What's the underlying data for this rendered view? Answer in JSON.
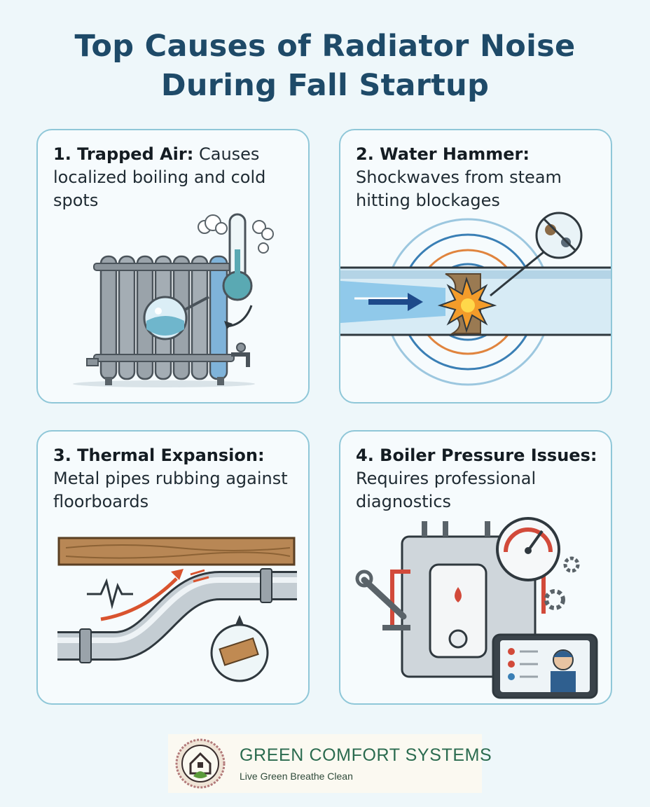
{
  "title": {
    "line1": "Top Causes of Radiator Noise",
    "line2": "During Fall Startup"
  },
  "cards": [
    {
      "heading": "1. Trapped Air:",
      "body": "Causes localized boiling and cold spots",
      "illustration": "radiator-thermometer-icon"
    },
    {
      "heading": "2. Water Hammer:",
      "body": "Shockwaves from steam hitting blockages",
      "illustration": "pipe-shockwave-icon"
    },
    {
      "heading": "3. Thermal Expansion:",
      "body": "Metal pipes rubbing against floorboards",
      "illustration": "pipe-floorboard-icon"
    },
    {
      "heading": "4. Boiler Pressure Issues:",
      "body": "Requires professional diagnostics",
      "illustration": "boiler-gauge-icon"
    }
  ],
  "footer": {
    "brand": "GREEN COMFORT SYSTEMS",
    "tagline": "Live Green Breathe Clean",
    "logo_icon": "house-leaf-seal-icon"
  },
  "colors": {
    "background": "#eef7fa",
    "title": "#1e4a68",
    "card_border": "#8fc7d8",
    "brand_green": "#2b6b4f"
  }
}
